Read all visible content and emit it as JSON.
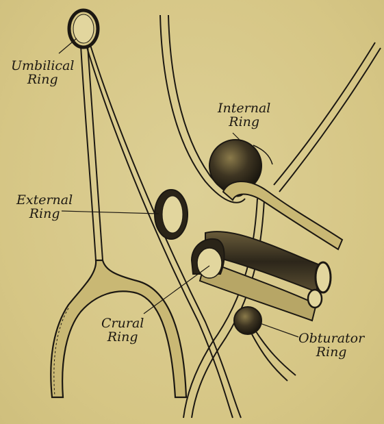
{
  "labels": {
    "umbilical": {
      "line1": "Umbilical",
      "line2": "Ring"
    },
    "internal": {
      "line1": "Internal",
      "line2": "Ring"
    },
    "external": {
      "line1": "External",
      "line2": "Ring"
    },
    "crural": {
      "line1": "Crural",
      "line2": "Ring"
    },
    "obturator": {
      "line1": "Obturator",
      "line2": "Ring"
    }
  },
  "colors": {
    "paper": "#d8c98a",
    "ink": "#1c1812"
  }
}
